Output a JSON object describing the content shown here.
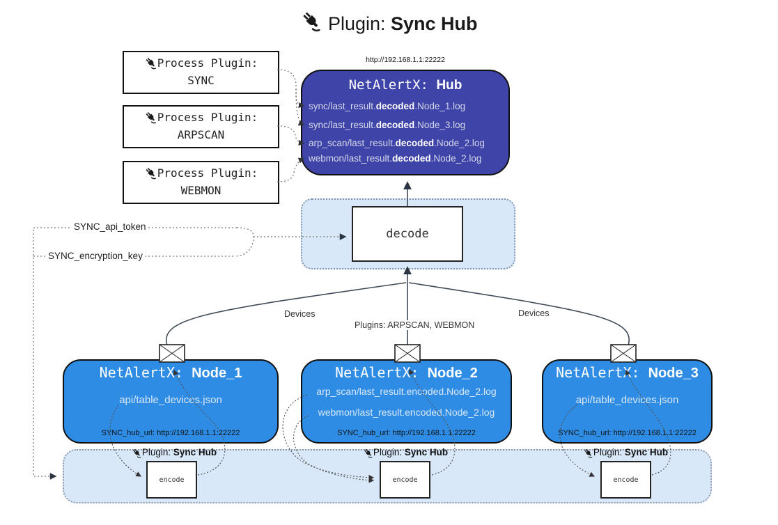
{
  "title": {
    "prefix": "Plugin: ",
    "bold": "Sync Hub"
  },
  "process_plugins": [
    {
      "label": "Process Plugin:",
      "name": "SYNC"
    },
    {
      "label": "Process Plugin:",
      "name": "ARPSCAN"
    },
    {
      "label": "Process Plugin:",
      "name": "WEBMON"
    }
  ],
  "hub": {
    "url": "http://192.168.1.1:22222",
    "title_prefix": "NetAlertX: ",
    "title_bold": "Hub",
    "logs": [
      {
        "pre": "sync/last_result.",
        "bold": "decoded",
        "post": ".Node_1.log"
      },
      {
        "pre": "sync/last_result.",
        "bold": "decoded",
        "post": ".Node_3.log"
      },
      {
        "pre": "arp_scan/last_result.",
        "bold": "decoded",
        "post": ".Node_2.log"
      },
      {
        "pre": "webmon/last_result.",
        "bold": "decoded",
        "post": ".Node_2.log"
      }
    ]
  },
  "decode": {
    "label": "decode"
  },
  "tokens": {
    "api_token": "SYNC_api_token",
    "encryption_key": "SYNC_encryption_key"
  },
  "edge_labels": {
    "devices_left": "Devices",
    "plugins_mid": "Plugins: ARPSCAN, WEBMON",
    "devices_right": "Devices"
  },
  "nodes": [
    {
      "title_prefix": "NetAlertX: ",
      "title_bold": "Node_1",
      "lines": [
        "api/table_devices.json"
      ],
      "footer": "SYNC_hub_url: http://192.168.1.1:22222"
    },
    {
      "title_prefix": "NetAlertX: ",
      "title_bold": "Node_2",
      "lines": [
        "arp_scan/last_result.encoded.Node_2.log",
        "webmon/last_result.encoded.Node_2.log"
      ],
      "footer": "SYNC_hub_url: http://192.168.1.1:22222"
    },
    {
      "title_prefix": "NetAlertX: ",
      "title_bold": "Node_3",
      "lines": [
        "api/table_devices.json"
      ],
      "footer": "SYNC_hub_url: http://192.168.1.1:22222"
    }
  ],
  "encode_sections": [
    {
      "label_prefix": "Plugin: ",
      "label_bold": "Sync Hub",
      "box_label": "encode"
    },
    {
      "label_prefix": "Plugin: ",
      "label_bold": "Sync Hub",
      "box_label": "encode"
    },
    {
      "label_prefix": "Plugin: ",
      "label_bold": "Sync Hub",
      "box_label": "encode"
    }
  ],
  "colors": {
    "hub_fill": "#3f45a8",
    "node_fill": "#2e8ce4",
    "panel_fill": "#d9e8f9",
    "panel_border": "#7f95ab",
    "hub_text": "#d4d7ea",
    "node_text": "#d8e8f8",
    "solid_line": "#3f4a55",
    "dotted_line": "#6f7680"
  }
}
